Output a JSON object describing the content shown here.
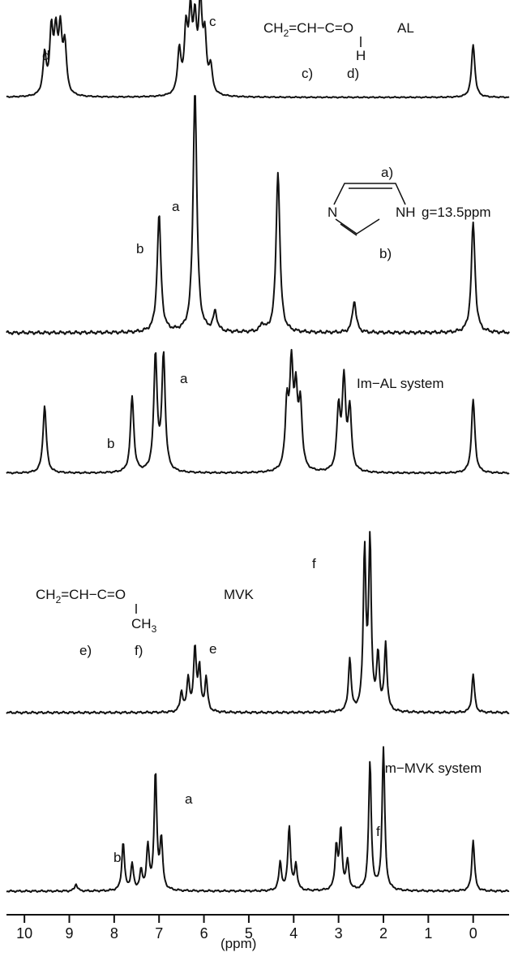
{
  "chart_data": {
    "type": "line",
    "xlabel": "(ppm)",
    "x_reversed": true,
    "xlim": [
      10.4,
      -0.8
    ],
    "xticks": [
      "10",
      "9",
      "8",
      "7",
      "6",
      "5",
      "4",
      "3",
      "2",
      "1",
      "0"
    ],
    "panels": [
      {
        "id": "AL",
        "title": "AL",
        "structure": {
          "formula": "CH2=CH−C=O",
          "substituent": "H",
          "site_labels": [
            "c)",
            "d)"
          ]
        },
        "peaks": [
          {
            "ppm": 9.55,
            "h": 0.45
          },
          {
            "ppm": 9.4,
            "h": 0.7
          },
          {
            "ppm": 9.3,
            "h": 0.65
          },
          {
            "ppm": 9.2,
            "h": 0.68
          },
          {
            "ppm": 9.1,
            "h": 0.55
          },
          {
            "ppm": 6.55,
            "h": 0.5
          },
          {
            "ppm": 6.4,
            "h": 0.7
          },
          {
            "ppm": 6.3,
            "h": 0.82
          },
          {
            "ppm": 6.2,
            "h": 0.75
          },
          {
            "ppm": 6.08,
            "h": 1.0
          },
          {
            "ppm": 5.98,
            "h": 0.6
          },
          {
            "ppm": 5.85,
            "h": 0.3
          },
          {
            "ppm": 0.0,
            "h": 0.6
          }
        ],
        "peak_labels": [
          {
            "text": "c",
            "ppm": 5.95
          },
          {
            "text": "d",
            "ppm": 8.85
          }
        ]
      },
      {
        "id": "Im",
        "structure": {
          "ring_atoms": [
            "N",
            "NH"
          ],
          "note": "g=13.5ppm",
          "site_labels": [
            "a)",
            "b)"
          ]
        },
        "peaks": [
          {
            "ppm": 7.0,
            "h": 0.48
          },
          {
            "ppm": 6.2,
            "h": 1.0
          },
          {
            "ppm": 5.75,
            "h": 0.08
          },
          {
            "ppm": 4.35,
            "h": 0.66
          },
          {
            "ppm": 4.7,
            "h": 0.03
          },
          {
            "ppm": 2.65,
            "h": 0.13
          },
          {
            "ppm": 0.0,
            "h": 0.45
          }
        ],
        "peak_labels": [
          {
            "text": "a",
            "ppm": 6.6
          },
          {
            "text": "b",
            "ppm": 7.45
          }
        ]
      },
      {
        "id": "Im-AL",
        "title": "Im−AL system",
        "peaks": [
          {
            "ppm": 9.55,
            "h": 0.55
          },
          {
            "ppm": 7.6,
            "h": 0.62
          },
          {
            "ppm": 7.08,
            "h": 0.95
          },
          {
            "ppm": 6.9,
            "h": 0.95
          },
          {
            "ppm": 4.15,
            "h": 0.52
          },
          {
            "ppm": 4.05,
            "h": 0.8
          },
          {
            "ppm": 3.95,
            "h": 0.58
          },
          {
            "ppm": 3.85,
            "h": 0.52
          },
          {
            "ppm": 3.0,
            "h": 0.5
          },
          {
            "ppm": 2.88,
            "h": 0.73
          },
          {
            "ppm": 2.75,
            "h": 0.5
          },
          {
            "ppm": 0.0,
            "h": 0.6
          }
        ],
        "peak_labels": [
          {
            "text": "a",
            "ppm": 6.65
          },
          {
            "text": "b",
            "ppm": 8.0
          }
        ]
      },
      {
        "id": "MVK",
        "title": "MVK",
        "structure": {
          "formula": "CH2=CH−C=O",
          "substituent": "CH3",
          "site_labels": [
            "e)",
            "f)"
          ]
        },
        "peaks": [
          {
            "ppm": 6.5,
            "h": 0.12
          },
          {
            "ppm": 6.35,
            "h": 0.2
          },
          {
            "ppm": 6.2,
            "h": 0.38
          },
          {
            "ppm": 6.1,
            "h": 0.25
          },
          {
            "ppm": 5.95,
            "h": 0.2
          },
          {
            "ppm": 2.75,
            "h": 0.32
          },
          {
            "ppm": 2.42,
            "h": 0.95
          },
          {
            "ppm": 2.3,
            "h": 1.0
          },
          {
            "ppm": 2.12,
            "h": 0.33
          },
          {
            "ppm": 1.95,
            "h": 0.4
          },
          {
            "ppm": 0.0,
            "h": 0.23
          }
        ],
        "peak_labels": [
          {
            "text": "e",
            "ppm": 5.95
          },
          {
            "text": "f",
            "ppm": 2.75
          }
        ]
      },
      {
        "id": "Im-MVK",
        "title": "Im−MVK system",
        "peaks": [
          {
            "ppm": 8.85,
            "h": 0.05
          },
          {
            "ppm": 7.8,
            "h": 0.34
          },
          {
            "ppm": 7.6,
            "h": 0.18
          },
          {
            "ppm": 7.4,
            "h": 0.13
          },
          {
            "ppm": 7.25,
            "h": 0.3
          },
          {
            "ppm": 7.08,
            "h": 0.82
          },
          {
            "ppm": 6.95,
            "h": 0.35
          },
          {
            "ppm": 4.3,
            "h": 0.2
          },
          {
            "ppm": 4.1,
            "h": 0.45
          },
          {
            "ppm": 3.95,
            "h": 0.18
          },
          {
            "ppm": 3.05,
            "h": 0.3
          },
          {
            "ppm": 2.95,
            "h": 0.42
          },
          {
            "ppm": 2.8,
            "h": 0.2
          },
          {
            "ppm": 2.3,
            "h": 0.9
          },
          {
            "ppm": 2.0,
            "h": 1.0
          },
          {
            "ppm": 0.0,
            "h": 0.36
          }
        ],
        "peak_labels": [
          {
            "text": "a",
            "ppm": 6.6
          },
          {
            "text": "b",
            "ppm": 7.85
          },
          {
            "text": "f",
            "ppm": 1.5
          }
        ]
      }
    ]
  }
}
